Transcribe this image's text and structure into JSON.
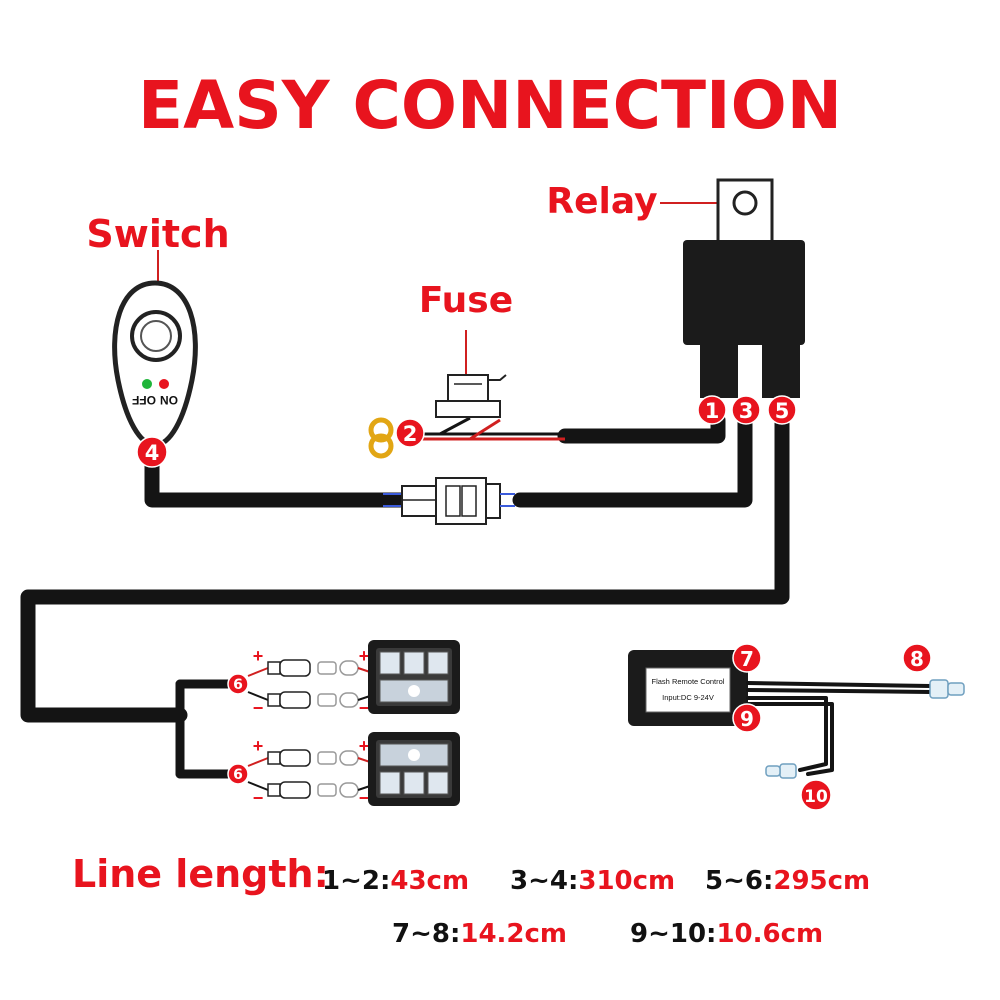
{
  "title": "EASY CONNECTION",
  "labels": {
    "switch": "Switch",
    "fuse": "Fuse",
    "relay": "Relay"
  },
  "switch_text": {
    "off": "OFF",
    "on": "ON"
  },
  "remote_text": {
    "line1": "Flash Remote Control",
    "line2": "Input:DC 9-24V"
  },
  "polarity": {
    "plus": "+",
    "minus": "−"
  },
  "badges": [
    "1",
    "2",
    "3",
    "4",
    "5",
    "6",
    "6",
    "7",
    "8",
    "9",
    "10"
  ],
  "line_length": {
    "heading": "Line length:",
    "items": [
      {
        "key": "1~2:",
        "value": "43cm"
      },
      {
        "key": "3~4:",
        "value": "310cm"
      },
      {
        "key": "5~6:",
        "value": "295cm"
      },
      {
        "key": "7~8:",
        "value": "14.2cm"
      },
      {
        "key": "9~10:",
        "value": "10.6cm"
      }
    ]
  },
  "colors": {
    "accent": "#e8141e",
    "wire": "#141414",
    "led_green": "#1fb53a"
  },
  "icons": [
    "switch-icon",
    "fuse-icon",
    "relay-icon",
    "connector-icon",
    "led-light-bar-icon",
    "remote-control-icon",
    "ring-terminal-icon"
  ]
}
